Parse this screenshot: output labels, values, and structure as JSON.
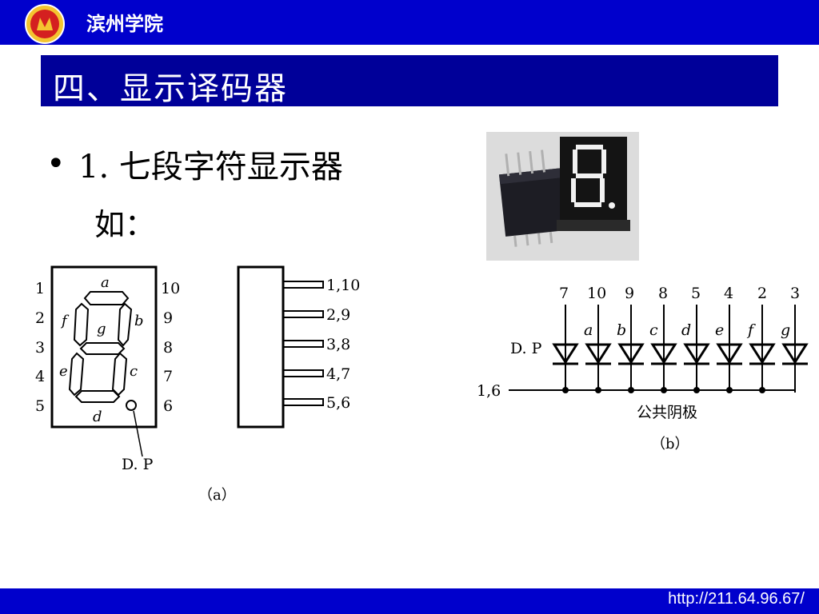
{
  "header": {
    "school": "滨州学院"
  },
  "slide": {
    "title": "四、显示译码器",
    "bullet": "1. 七段字符显示器",
    "sub": "如："
  },
  "diagram_a": {
    "left_pins": [
      "1",
      "2",
      "3",
      "4",
      "5"
    ],
    "right_pins": [
      "10",
      "9",
      "8",
      "7",
      "6"
    ],
    "segments": [
      "a",
      "b",
      "c",
      "d",
      "e",
      "f",
      "g"
    ],
    "dp_label": "D. P",
    "side_pins": [
      "1,10",
      "2,9",
      "3,8",
      "4,7",
      "5,6"
    ],
    "caption": "（a）"
  },
  "diagram_b": {
    "pin_numbers": [
      "7",
      "10",
      "9",
      "8",
      "5",
      "4",
      "2",
      "3"
    ],
    "segments": [
      "a",
      "b",
      "c",
      "d",
      "e",
      "f",
      "g"
    ],
    "dp_label": "D. P",
    "common_pin": "1,6",
    "common_label": "公共阴极",
    "caption": "（b）"
  },
  "footer": {
    "url": "http://211.64.96.67/"
  }
}
